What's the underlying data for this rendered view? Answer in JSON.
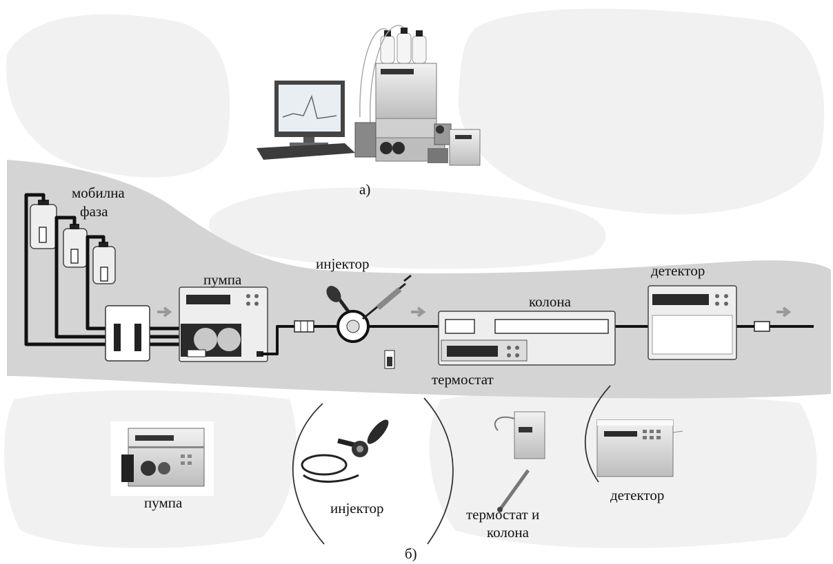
{
  "panel_a": {
    "caption": "а)"
  },
  "panel_b": {
    "caption": "б)",
    "scheme_labels": {
      "mobile_phase_line1": "мобилна",
      "mobile_phase_line2": "фаза",
      "pump": "пумпа",
      "injector": "инјектор",
      "column": "колона",
      "thermostat": "термостат",
      "detector": "детектор"
    },
    "photo_labels": {
      "pump": "пумпа",
      "injector": "инјектор",
      "thermostat_column_line1": "термостат и",
      "thermostat_column_line2": "колона",
      "detector": "детектор"
    }
  }
}
